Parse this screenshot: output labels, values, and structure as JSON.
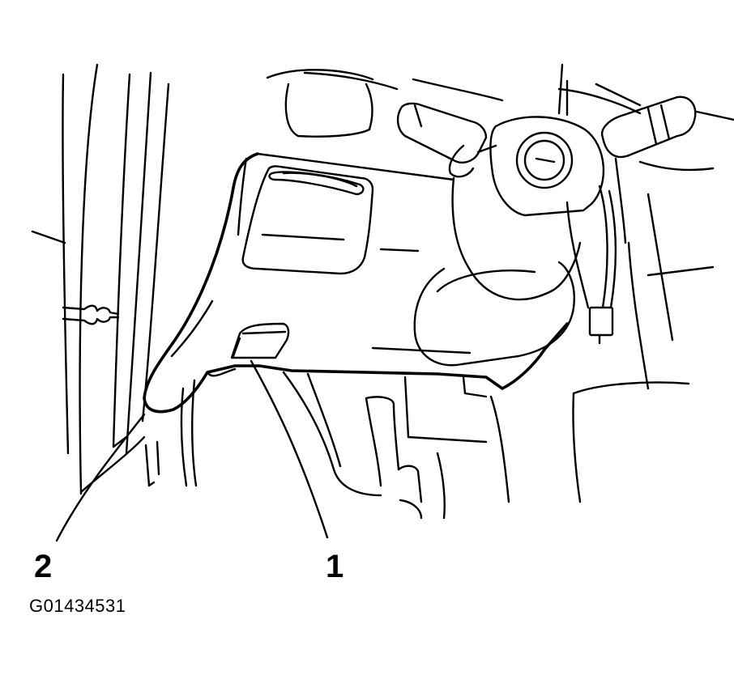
{
  "callouts": [
    {
      "id": "1",
      "label": "1"
    },
    {
      "id": "2",
      "label": "2"
    }
  ],
  "figure_id": "G01434531",
  "colors": {
    "line": "#000000",
    "background": "#ffffff"
  }
}
